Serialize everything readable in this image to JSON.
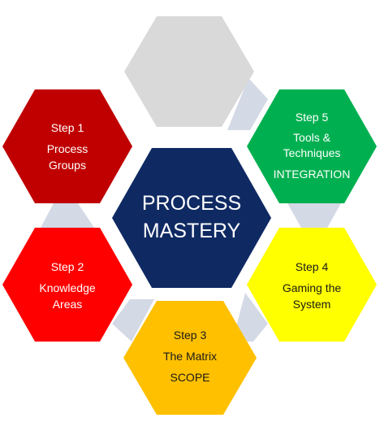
{
  "diagram": {
    "center": {
      "lines": [
        "PROCESS",
        "MASTERY"
      ],
      "color": "#0f2a63",
      "text_color": "#ffffff"
    },
    "top": {
      "color": "#d9d9d9"
    },
    "steps": [
      {
        "id": "step1",
        "lines": [
          "Step 1",
          "Process",
          "Groups"
        ],
        "color": "#c00000",
        "text_color": "#ffffff"
      },
      {
        "id": "step2",
        "lines": [
          "Step 2",
          "Knowledge",
          "Areas"
        ],
        "color": "#ff0000",
        "text_color": "#ffffff"
      },
      {
        "id": "step3",
        "lines": [
          "Step 3",
          "The Matrix",
          "SCOPE"
        ],
        "color": "#ffc000",
        "text_color": "#1a1a1a"
      },
      {
        "id": "step4",
        "lines": [
          "Step 4",
          "Gaming the",
          "System"
        ],
        "color": "#ffff00",
        "text_color": "#1a1a1a"
      },
      {
        "id": "step5",
        "lines": [
          "Step 5",
          "Tools &",
          "Techniques",
          "INTEGRATION"
        ],
        "color": "#00b050",
        "text_color": "#ffffff"
      }
    ],
    "connector_color": "#d4d9e6"
  }
}
